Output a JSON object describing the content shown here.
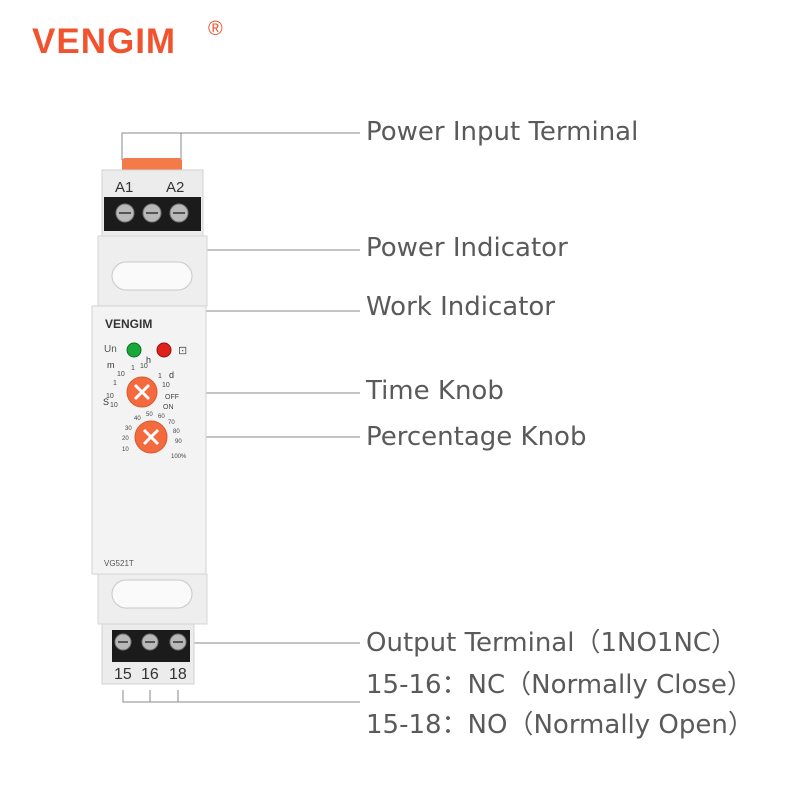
{
  "brand": {
    "name": "VENGIM",
    "registered": "®",
    "color": "#f0532e"
  },
  "device": {
    "top_terminals": [
      "A1",
      "A2"
    ],
    "bottom_terminals": [
      "15",
      "16",
      "18"
    ],
    "panel_brand": "VENGIM",
    "power_led_label": "Un",
    "model": "VG521T",
    "time_knob_labels": [
      "10",
      "1",
      "10",
      "1",
      "10",
      "OFF",
      "ON",
      "10",
      "1",
      "10"
    ],
    "range_letters": [
      "m",
      "h",
      "d",
      "S"
    ],
    "percent_scale": [
      "10",
      "20",
      "30",
      "40",
      "50",
      "60",
      "70",
      "80",
      "90",
      "100%"
    ],
    "colors": {
      "power_led": "#1aa83a",
      "work_led": "#e0211b",
      "knob": "#f26a3d",
      "orange_cap": "#f47a4a"
    }
  },
  "labels": {
    "power_input": "Power Input Terminal",
    "power_indicator": "Power Indicator",
    "work_indicator": "Work Indicator",
    "time_knob": "Time Knob",
    "percentage_knob": "Percentage Knob",
    "output_terminal": "Output Terminal（1NO1NC）",
    "nc": "15-16：NC（Normally Close）",
    "no": "15-18：NO（Normally Open）"
  }
}
